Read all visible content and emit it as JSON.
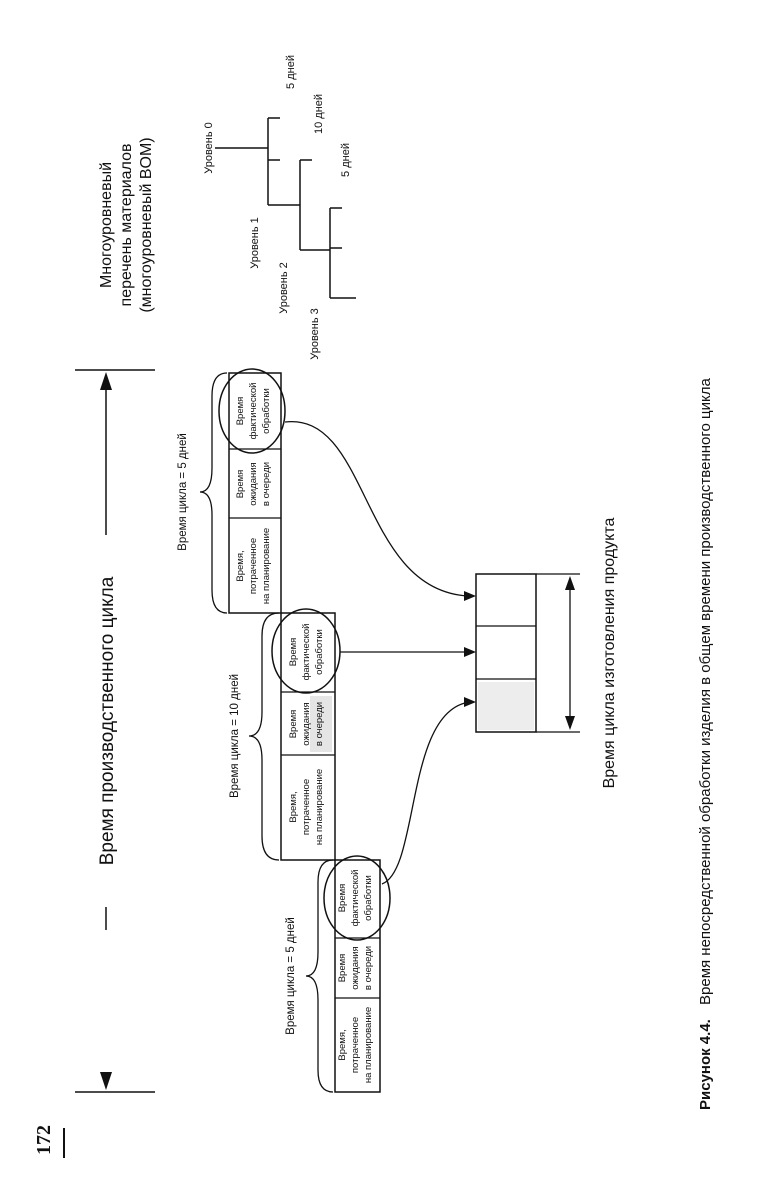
{
  "page_number": "172",
  "production_cycle_label": "Время производственного цикла",
  "product_cycle_label": "Время цикла изготовления продукта",
  "bom": {
    "title_lines": [
      "Многоуровневый",
      "перечень материалов",
      "(многоуровневый BOM)"
    ],
    "levels": [
      "Уровень 0",
      "Уровень 1",
      "Уровень 2",
      "Уровень 3"
    ],
    "durations": [
      "5 дней",
      "10 дней",
      "5 дней"
    ]
  },
  "stages": [
    {
      "cycle_label": "Время цикла = 5 дней",
      "planning": [
        "Время,",
        "потраченное",
        "на планирование"
      ],
      "queue": [
        "Время",
        "ожидания",
        "в очереди"
      ],
      "processing": [
        "Время",
        "фактической",
        "обработки"
      ]
    },
    {
      "cycle_label": "Время цикла = 10 дней",
      "planning": [
        "Время,",
        "потраченное",
        "на планирование"
      ],
      "queue": [
        "Время",
        "ожидания",
        "в очереди"
      ],
      "processing": [
        "Время",
        "фактической",
        "обработки"
      ]
    },
    {
      "cycle_label": "Время цикла = 5 дней",
      "planning": [
        "Время,",
        "потраченное",
        "на планирование"
      ],
      "queue": [
        "Время",
        "ожидания",
        "в очереди"
      ],
      "processing": [
        "Время",
        "фактической",
        "обработки"
      ]
    }
  ],
  "caption": {
    "label": "Рисунок 4.4.",
    "text": "Время непосредственной обработки изделия в общем времени производственного цикла"
  }
}
